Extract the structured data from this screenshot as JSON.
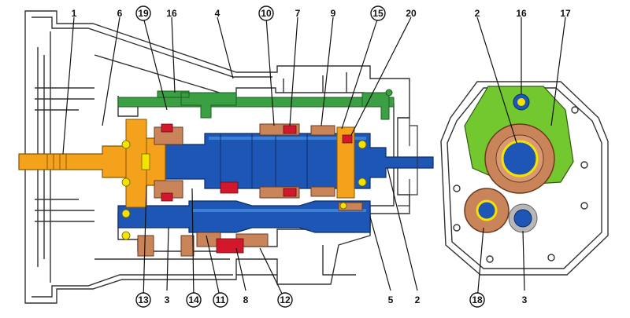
{
  "diagram": {
    "top_labels_left": [
      "1",
      "6",
      "19",
      "16",
      "4",
      "10",
      "7",
      "9",
      "15",
      "20"
    ],
    "bottom_labels_left": [
      "13",
      "3",
      "14",
      "11",
      "8",
      "12",
      "5",
      "2"
    ],
    "right_view_labels": [
      "2",
      "16",
      "17",
      "18",
      "3"
    ],
    "circled": [
      "19",
      "10",
      "15",
      "13",
      "14",
      "11",
      "12",
      "18"
    ],
    "colors": {
      "outline": "#222222",
      "input_shaft": "#f4a21c",
      "main_shaft": "#1d56b5",
      "main_shaft_light": "#3b7fd6",
      "gears": "#c9845a",
      "gears_dark": "#9c5a36",
      "shift_rail": "#3aa043",
      "cover_green": "#74c82f",
      "sync_red": "#d3182c",
      "bearing_yellow": "#f2e300",
      "housing_line": "#333333"
    }
  }
}
